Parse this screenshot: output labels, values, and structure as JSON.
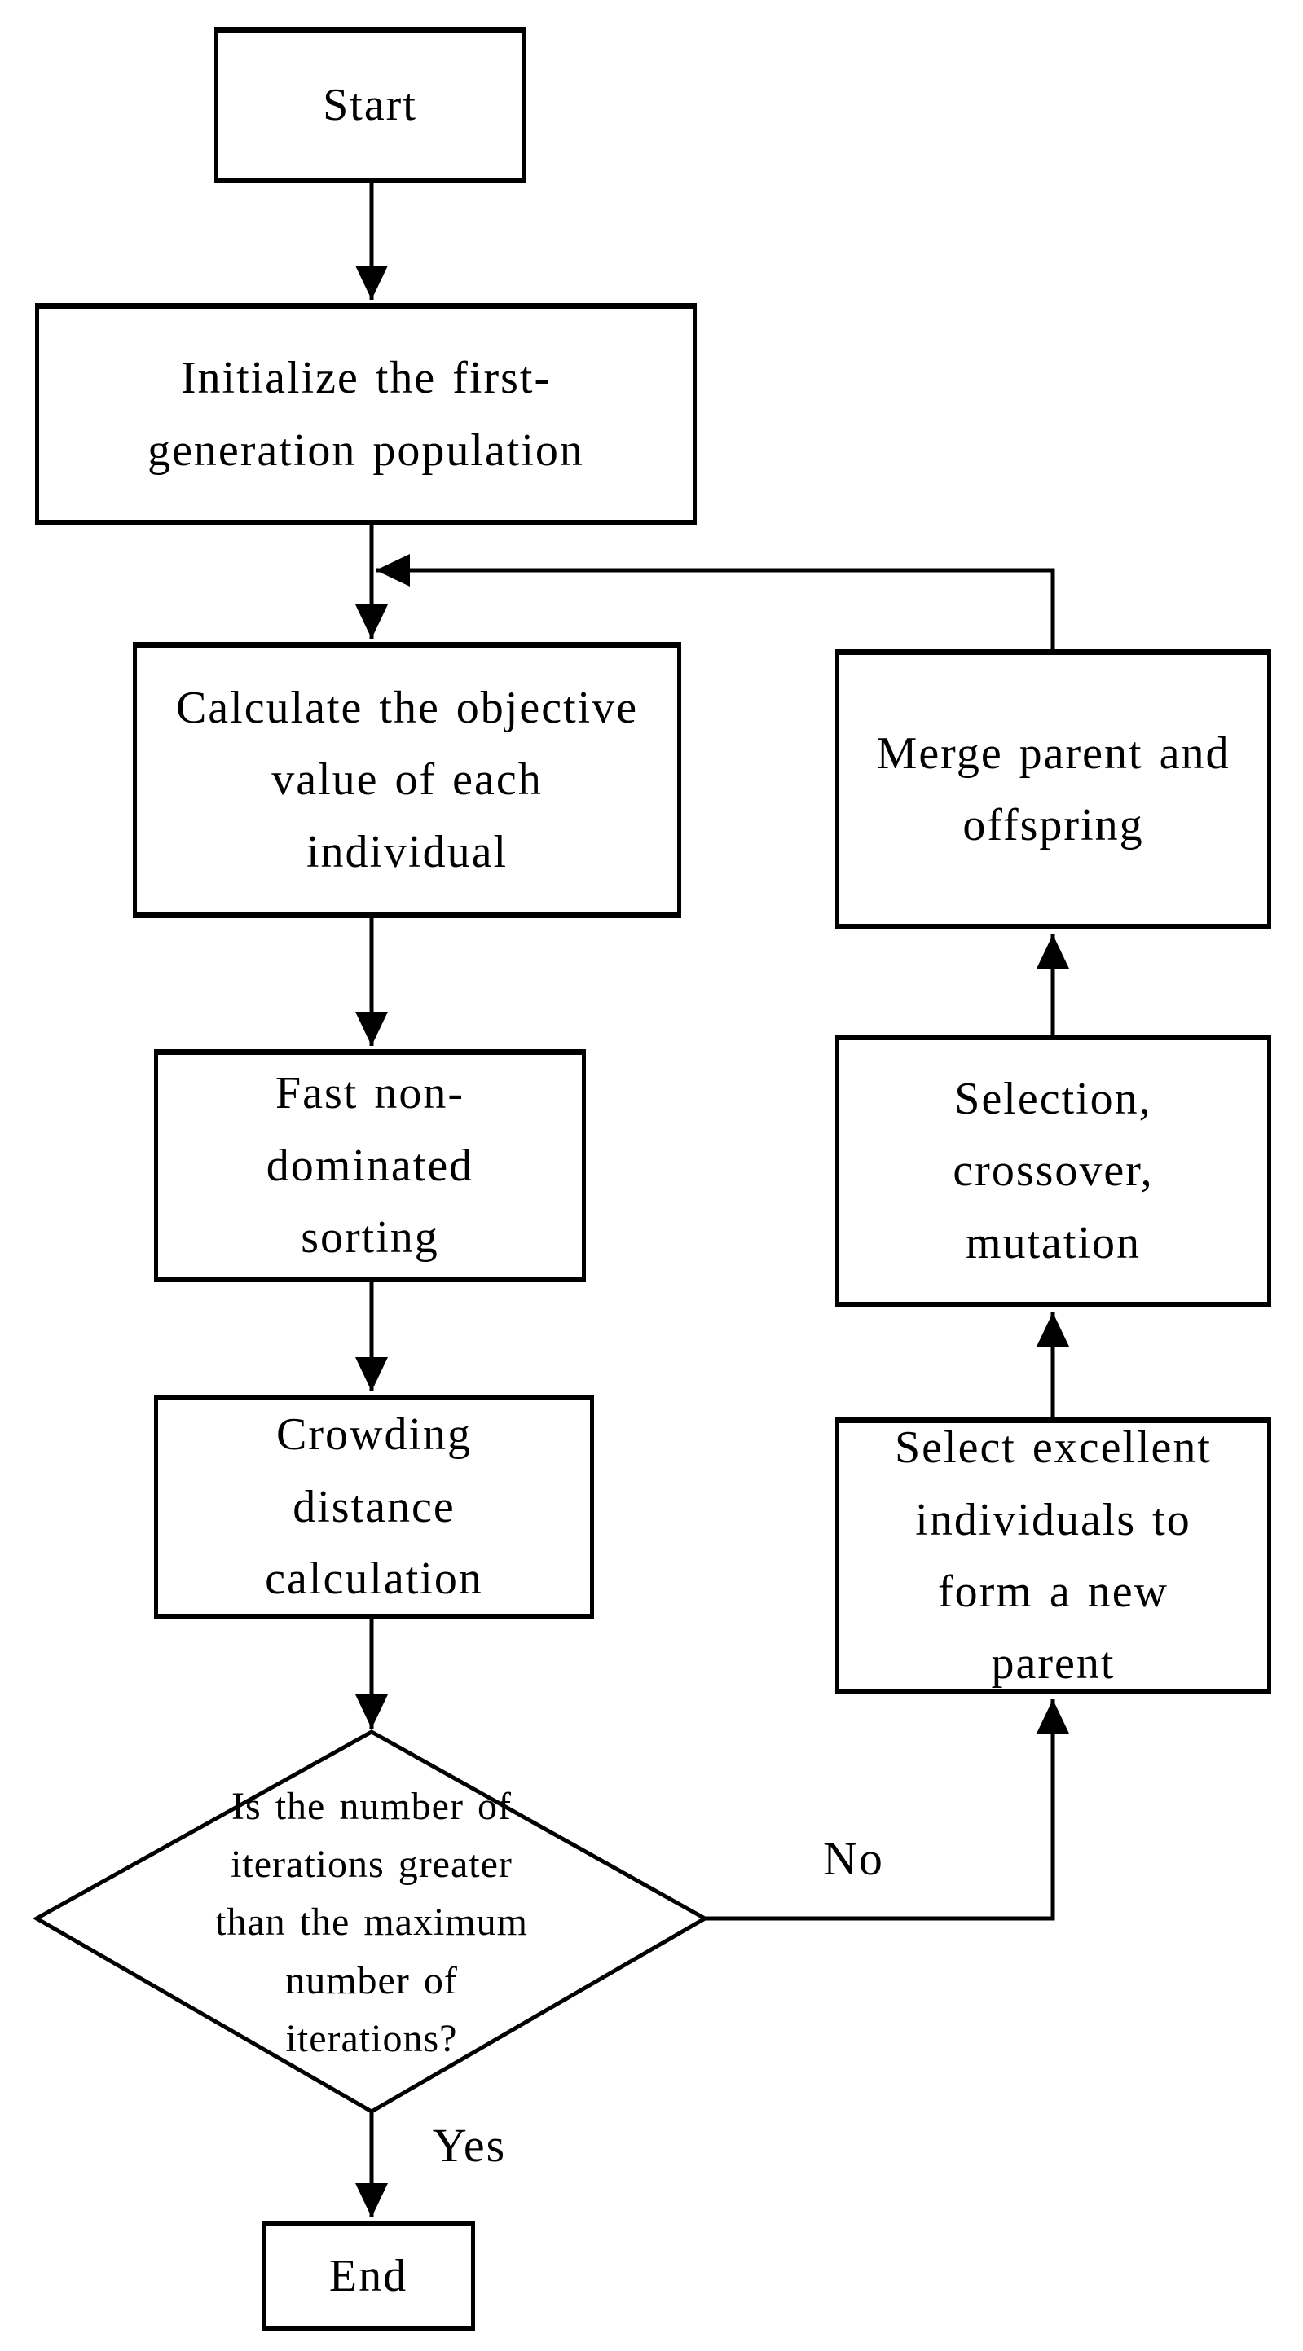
{
  "diagram": {
    "type": "flowchart",
    "background_color": "#ffffff",
    "line_color": "#000000",
    "text_color": "#000000",
    "nodes": {
      "start": {
        "shape": "rectangle",
        "label": "Start"
      },
      "initialize": {
        "shape": "rectangle",
        "label": "Initialize the first-\ngeneration population"
      },
      "calculate": {
        "shape": "rectangle",
        "label": "Calculate the objective\nvalue of each\nindividual"
      },
      "fast_sorting": {
        "shape": "rectangle",
        "label": "Fast non-\ndominated\nsorting"
      },
      "crowding": {
        "shape": "rectangle",
        "label": "Crowding\ndistance\ncalculation"
      },
      "decision": {
        "shape": "diamond",
        "label": "Is the number of\niterations greater\nthan the maximum\nnumber of\niterations?"
      },
      "end": {
        "shape": "rectangle",
        "label": "End"
      },
      "merge": {
        "shape": "rectangle",
        "label": "Merge parent and\noffspring"
      },
      "selection": {
        "shape": "rectangle",
        "label": "Selection,\ncrossover,\nmutation"
      },
      "select_parent": {
        "shape": "rectangle",
        "label": "Select excellent\nindividuals to\nform a new\nparent"
      }
    },
    "edge_labels": {
      "no": "No",
      "yes": "Yes"
    }
  }
}
